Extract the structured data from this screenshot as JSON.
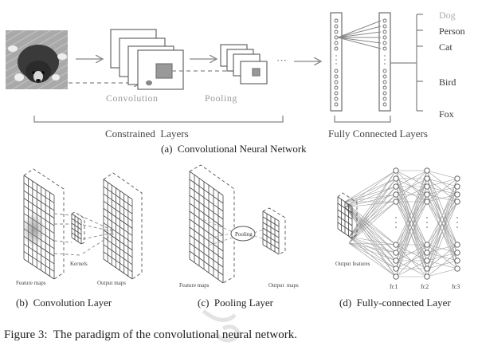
{
  "panel_a": {
    "stage_labels": {
      "convolution": "Convolution",
      "pooling": "Pooling"
    },
    "ellipsis": "···",
    "classes": [
      "Dog",
      "Person",
      "Cat",
      "Bird",
      "Fox"
    ],
    "group_labels": {
      "constrained": "Constrained  Layers",
      "fully_connected": "Fully Connected Layers"
    },
    "caption": "(a)  Convolutional Neural Network",
    "input_image": "puppy-photo"
  },
  "panel_b": {
    "feature_maps": "Feature maps",
    "kernels": "Kernels",
    "output_maps": "Output maps",
    "caption": "(b)  Convolution Layer"
  },
  "panel_c": {
    "feature_maps": "Feature maps",
    "pooling": "Pooling",
    "output_maps": "Output  maps",
    "caption": "(c)  Pooling Layer"
  },
  "panel_d": {
    "output_features": "Output features",
    "layers": [
      "fc1",
      "fc2",
      "fc3"
    ],
    "caption": "(d)  Fully-connected Layer"
  },
  "figure_caption": "Figure 3:  The paradigm of the convolutional neural network."
}
